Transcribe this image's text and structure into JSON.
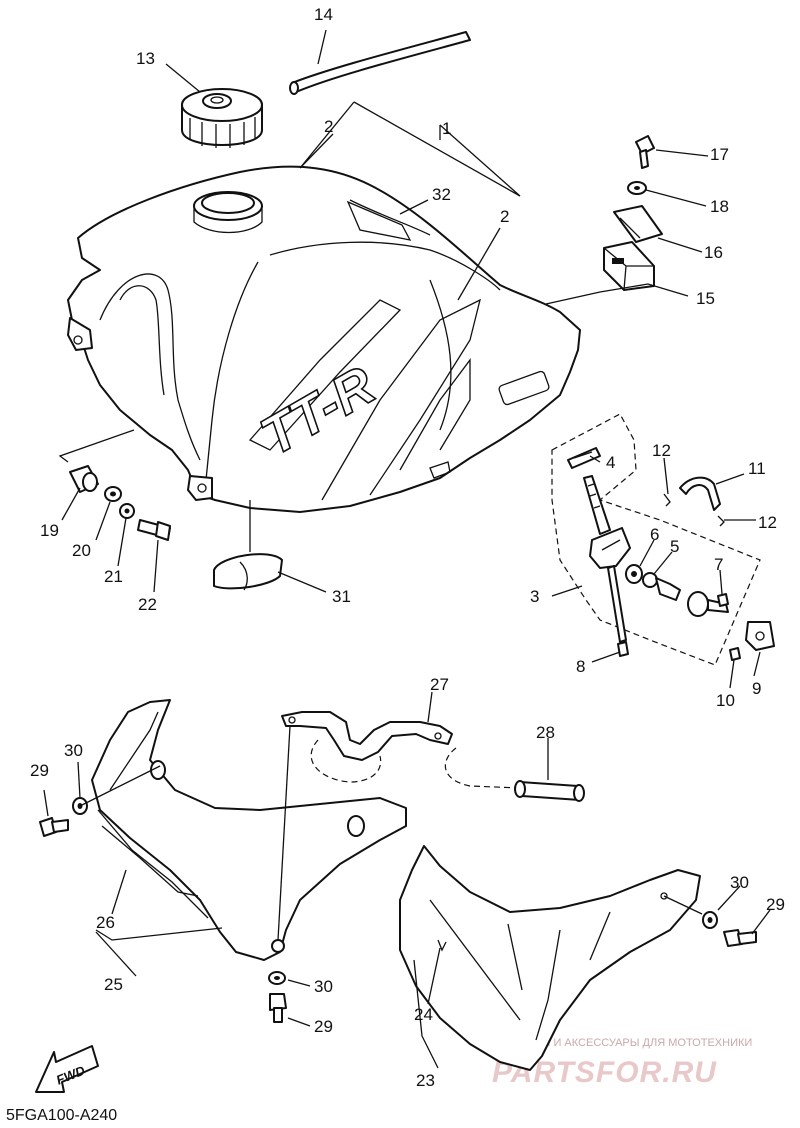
{
  "diagram": {
    "code": "5FGA100-A240",
    "direction_label": "FWD",
    "tank_logo": "TT-R",
    "watermark": {
      "tagline": "ЗАПЧАСТИ И АКСЕССУАРЫ ДЛЯ МОТОТЕХНИКИ",
      "brand": "PARTSFOR.RU"
    },
    "callouts": [
      {
        "id": "c1",
        "text": "1"
      },
      {
        "id": "c2a",
        "text": "2"
      },
      {
        "id": "c2b",
        "text": "2"
      },
      {
        "id": "c3",
        "text": "3"
      },
      {
        "id": "c4",
        "text": "4"
      },
      {
        "id": "c5",
        "text": "5"
      },
      {
        "id": "c6",
        "text": "6"
      },
      {
        "id": "c7",
        "text": "7"
      },
      {
        "id": "c8",
        "text": "8"
      },
      {
        "id": "c9",
        "text": "9"
      },
      {
        "id": "c10",
        "text": "10"
      },
      {
        "id": "c11",
        "text": "11"
      },
      {
        "id": "c12a",
        "text": "12"
      },
      {
        "id": "c12b",
        "text": "12"
      },
      {
        "id": "c13",
        "text": "13"
      },
      {
        "id": "c14",
        "text": "14"
      },
      {
        "id": "c15",
        "text": "15"
      },
      {
        "id": "c16",
        "text": "16"
      },
      {
        "id": "c17",
        "text": "17"
      },
      {
        "id": "c18",
        "text": "18"
      },
      {
        "id": "c19",
        "text": "19"
      },
      {
        "id": "c20",
        "text": "20"
      },
      {
        "id": "c21",
        "text": "21"
      },
      {
        "id": "c22",
        "text": "22"
      },
      {
        "id": "c23",
        "text": "23"
      },
      {
        "id": "c24",
        "text": "24"
      },
      {
        "id": "c25",
        "text": "25"
      },
      {
        "id": "c26",
        "text": "26"
      },
      {
        "id": "c27",
        "text": "27"
      },
      {
        "id": "c28",
        "text": "28"
      },
      {
        "id": "c29a",
        "text": "29"
      },
      {
        "id": "c29b",
        "text": "29"
      },
      {
        "id": "c29c",
        "text": "29"
      },
      {
        "id": "c30a",
        "text": "30"
      },
      {
        "id": "c30b",
        "text": "30"
      },
      {
        "id": "c30c",
        "text": "30"
      },
      {
        "id": "c31",
        "text": "31"
      },
      {
        "id": "c32",
        "text": "32"
      }
    ]
  }
}
